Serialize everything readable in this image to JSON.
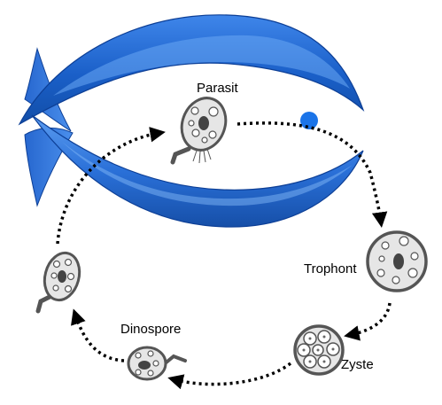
{
  "labels": {
    "parasite": "Parasit",
    "trophont": "Trophont",
    "cyst": "Zyste",
    "dinospore": "Dinospore"
  },
  "colors": {
    "fish_dark": "#1a5fc8",
    "fish_light": "#5b9cf0",
    "fish_edge": "#0d3f96",
    "cell_stroke": "#555555",
    "cell_fill": "#e6e6e6",
    "nucleus": "#444444",
    "arrow": "#000000",
    "eye": "#1b74e8"
  }
}
